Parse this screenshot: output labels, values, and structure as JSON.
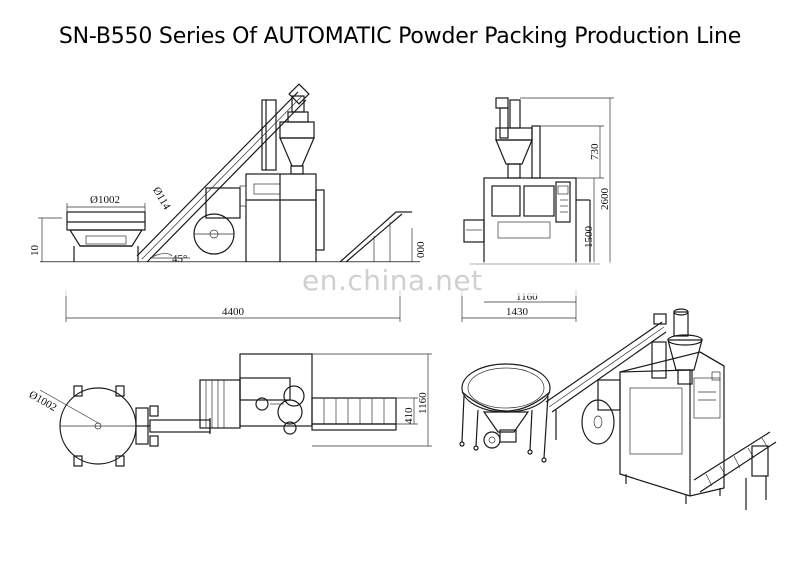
{
  "title": "SN-B550 Series Of AUTOMATIC Powder Packing Production Line",
  "watermark": "en.china.net",
  "side_view": {
    "hopper_diameter": "Ø1002",
    "pipe_diameter": "Ø114",
    "angle": "45°",
    "left_height": "10",
    "right_height": "000",
    "total_length": "4400"
  },
  "front_view": {
    "top_height": "730",
    "total_height": "2600",
    "body_height": "1500",
    "top_width": "1160",
    "total_width": "1430"
  },
  "top_view": {
    "hopper_diameter": "Ø1002",
    "conveyor_width": "410",
    "total_depth": "1160"
  },
  "colors": {
    "line": "#1a1a1a",
    "watermark": "#d0d0d0",
    "background": "#ffffff"
  }
}
